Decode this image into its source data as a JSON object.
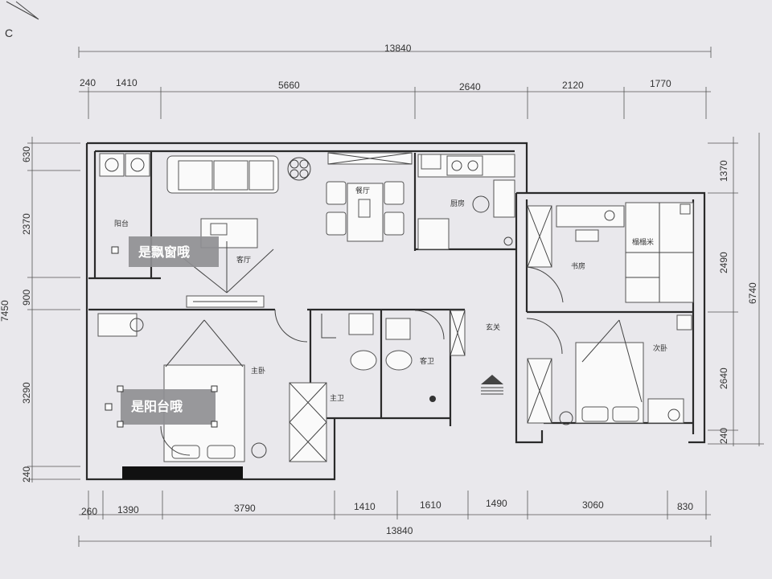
{
  "corner_label": "C",
  "dims": {
    "top_total": "13840",
    "top": [
      "240",
      "1410",
      "5660",
      "2640",
      "2120",
      "1770"
    ],
    "left": [
      "630",
      "2370",
      "900",
      "3290",
      "240"
    ],
    "left_total": "7450",
    "right": [
      "1370",
      "2490",
      "2640",
      "240"
    ],
    "right_total": "6740",
    "bottom": [
      "260",
      "1390",
      "3790",
      "1410",
      "1610",
      "1490",
      "3060",
      "830"
    ],
    "bottom_total": "13840"
  },
  "rooms": {
    "balcony": "阳台",
    "living": "客厅",
    "dining": "餐厅",
    "kitchen": "厨房",
    "study": "书房",
    "tatami": "榻榻米",
    "foyer": "玄关",
    "master": "主卧",
    "master_bath": "主卫",
    "guest_bath": "客卫",
    "second": "次卧"
  },
  "annotations": {
    "bay_window": "是飘窗哦",
    "balcony_tag": "是阳台哦"
  }
}
